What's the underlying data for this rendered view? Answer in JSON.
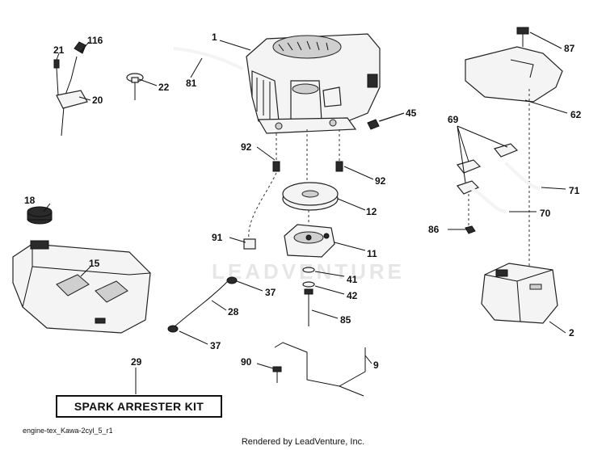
{
  "watermark": "LEADVENTURE",
  "callouts": [
    "1",
    "81",
    "116",
    "21",
    "20",
    "22",
    "45",
    "87",
    "62",
    "92",
    "92",
    "69",
    "71",
    "70",
    "12",
    "86",
    "91",
    "11",
    "41",
    "42",
    "37",
    "28",
    "85",
    "18",
    "15",
    "37",
    "29",
    "90",
    "9",
    "2"
  ],
  "kit_label": "SPARK ARRESTER KIT",
  "diagram_id": "engine-tex_Kawa-2cyl_5_r1",
  "render_credit": "Rendered by LeadVenture, Inc.",
  "icons": [
    "engine-icon",
    "fuel-tank-icon",
    "muffler-icon",
    "clutch-icon",
    "pulley-icon",
    "heat-shield-icon"
  ]
}
